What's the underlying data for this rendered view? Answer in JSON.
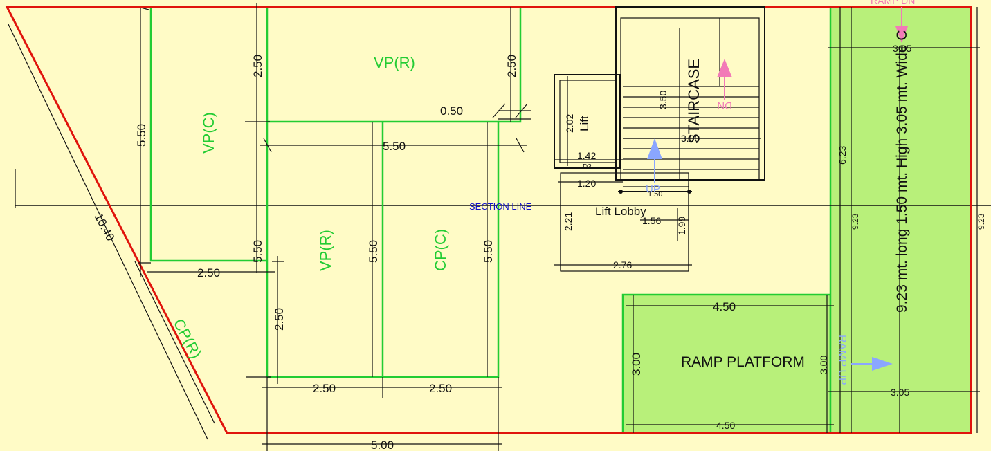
{
  "colors": {
    "background": "#fffbc6",
    "boundary": "#e0140c",
    "parking_outline": "#22cc33",
    "ramp_fill": "#b8f07a",
    "arrow_pink": "#f27ab7",
    "arrow_blue": "#8aa6ff",
    "section_line_text": "#1010c8"
  },
  "labels": {
    "vp_r_top": "VP(R)",
    "vp_c": "VP(C)",
    "vp_r_mid": "VP(R)",
    "cp_c": "CP(C)",
    "cp_r": "CP(R)",
    "section_line": "SECTION LINE",
    "lift": "Lift",
    "lift_lobby": "Lift Lobby",
    "staircase": "STAIRCASE",
    "up": "UP",
    "dn": "DN",
    "ramp_platform": "RAMP PLATFORM",
    "ramp_up": "RAMP UP",
    "ramp_dn": "RAMP DN",
    "ramp_spec": "9.23 mt. long 1.50 mt. High 3.05 mt. Wide C",
    "d3": "D3"
  },
  "dims": {
    "d_550_left": "5.50",
    "d_250_topleft": "2.50",
    "d_250_topright": "2.50",
    "d_050": "0.50",
    "d_550_horiz": "5.50",
    "d_550_lower": "5.50",
    "d_550_mid": "5.50",
    "d_550_right": "5.50",
    "d_250_horiz_left": "2.50",
    "d_1040": "10.40",
    "d_250_vert": "2.50",
    "d_250_bottom_a": "2.50",
    "d_250_bottom_b": "2.50",
    "d_500": "5.00",
    "d_202": "2.02",
    "d_142": "1.42",
    "d_120": "1.20",
    "d_221": "2.21",
    "d_150": "1.50",
    "d_156": "1.56",
    "d_199": "1.99",
    "d_276": "2.76",
    "d_350": "3.50",
    "d_300_stair": "3.00",
    "d_450_top": "4.50",
    "d_450_bottom": "4.50",
    "d_300_ramp_left": "3.00",
    "d_300_ramp_right": "3.00",
    "d_305_top": "3.05",
    "d_305_bottom": "3.05",
    "d_623": "6.23",
    "d_923_a": "9.23",
    "d_923_b": "9.23"
  }
}
